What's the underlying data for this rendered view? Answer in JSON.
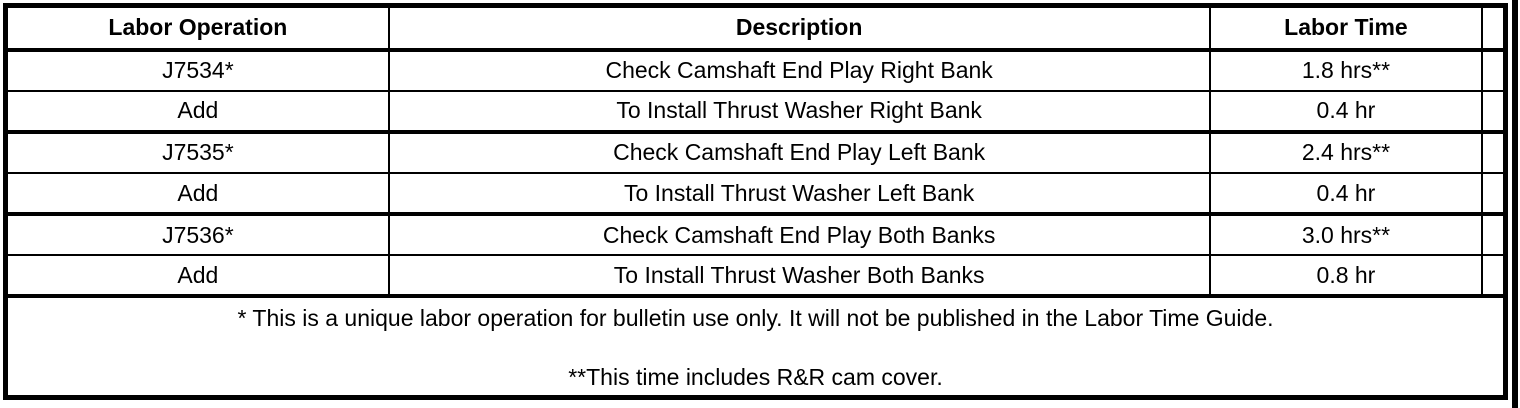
{
  "table": {
    "headers": {
      "operation": "Labor Operation",
      "description": "Description",
      "time": "Labor Time"
    },
    "rows": [
      {
        "operation": "J7534*",
        "description": "Check Camshaft End Play Right Bank",
        "time": "1.8 hrs**"
      },
      {
        "operation": "Add",
        "description": "To Install Thrust Washer Right Bank",
        "time": "0.4 hr"
      },
      {
        "operation": "J7535*",
        "description": "Check Camshaft End Play Left Bank",
        "time": "2.4 hrs**"
      },
      {
        "operation": "Add",
        "description": "To Install Thrust Washer Left Bank",
        "time": "0.4 hr"
      },
      {
        "operation": "J7536*",
        "description": "Check Camshaft End Play Both Banks",
        "time": "3.0 hrs**"
      },
      {
        "operation": "Add",
        "description": "To Install Thrust Washer Both Banks",
        "time": "0.8 hr"
      }
    ],
    "notes": [
      "* This is a unique labor operation for bulletin use only. It will not be published in the Labor Time Guide.",
      "**This time includes R&R cam cover."
    ]
  },
  "colors": {
    "border": "#000000",
    "background": "#ffffff",
    "text": "#000000"
  }
}
